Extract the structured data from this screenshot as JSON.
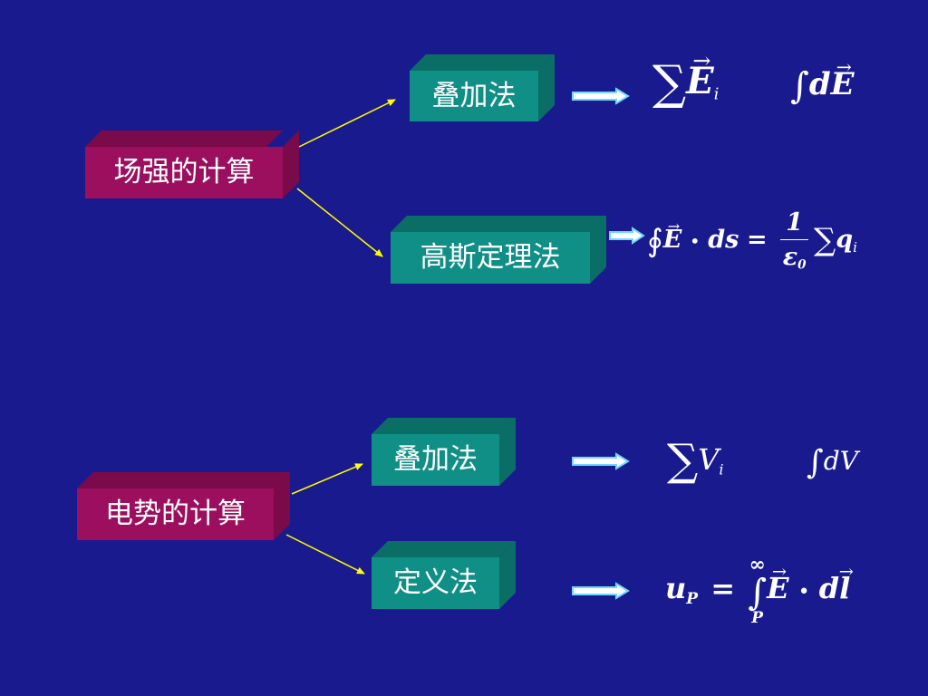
{
  "field_section": {
    "root_label": "场强的计算",
    "superposition_label": "叠加法",
    "gauss_label": "高斯定理法",
    "formula_sum": {
      "sum": "∑",
      "var": "E",
      "sub": "i"
    },
    "formula_int": {
      "int": "∫",
      "d": "d",
      "var": "E"
    },
    "formula_gauss": {
      "oint": "∮",
      "var": "E",
      "dot": "•",
      "ds": "ds",
      "eq": "=",
      "num": "1",
      "den_sym": "ε",
      "den_sub": "0",
      "sum": "∑",
      "q": "q",
      "q_sub": "i"
    }
  },
  "potential_section": {
    "root_label": "电势的计算",
    "superposition_label": "叠加法",
    "definition_label": "定义法",
    "formula_sum": {
      "sum": "∑",
      "var": "V",
      "sub": "i"
    },
    "formula_int": {
      "int": "∫",
      "d": "dV"
    },
    "formula_def": {
      "u": "u",
      "u_sub": "P",
      "eq": "=",
      "upper": "∞",
      "int": "∫",
      "lower": "P",
      "var": "E",
      "dot": "•",
      "d": "d",
      "l": "l"
    }
  },
  "colors": {
    "background": "#1a1a8f",
    "teal_box": "#0f8f86",
    "magenta_box": "#9c0e5e",
    "connector_line": "#ffff00",
    "result_arrow": "#8ee8ff"
  }
}
